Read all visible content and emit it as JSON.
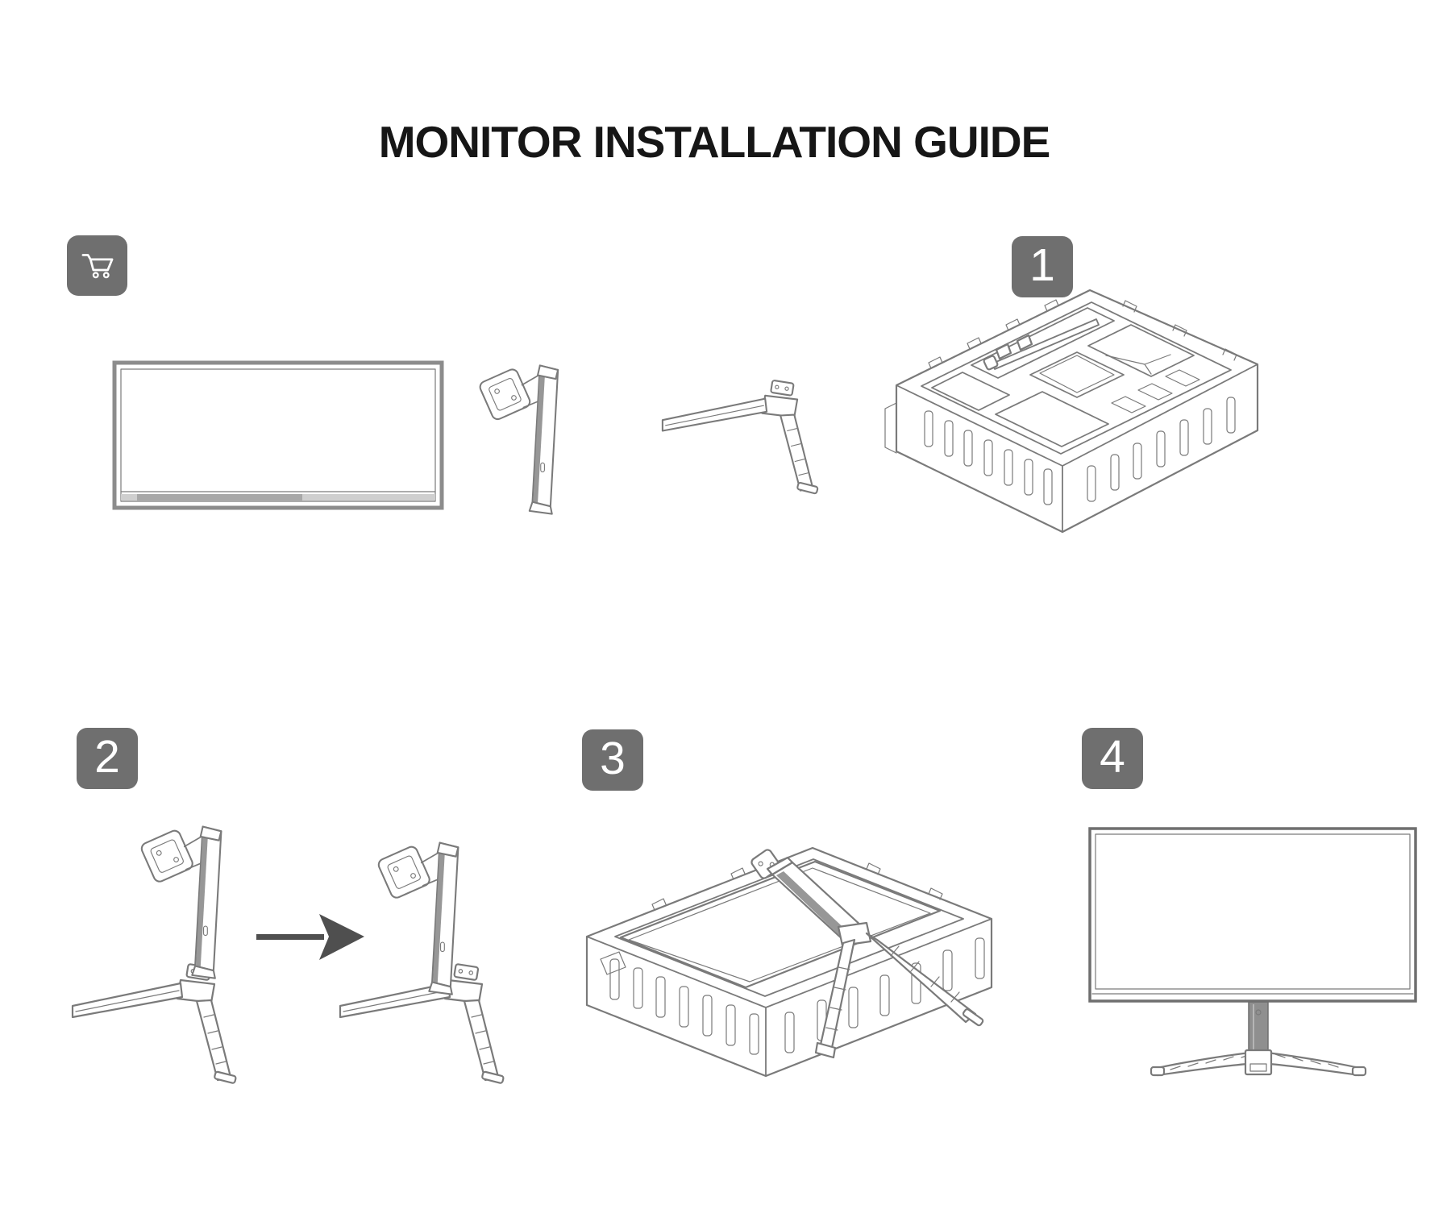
{
  "title": "MONITOR INSTALLATION GUIDE",
  "package_contents": {
    "icon": "shopping-cart-icon"
  },
  "steps": [
    {
      "label": "1"
    },
    {
      "label": "2"
    },
    {
      "label": "3"
    },
    {
      "label": "4"
    }
  ],
  "colors": {
    "page_background": "#ffffff",
    "title_text": "#161616",
    "badge_background": "#6f6f6f",
    "badge_number": "#ffffff",
    "line_art": "#7a7a7a",
    "line_art_dark": "#979797",
    "arrow": "#4f4f4f"
  }
}
